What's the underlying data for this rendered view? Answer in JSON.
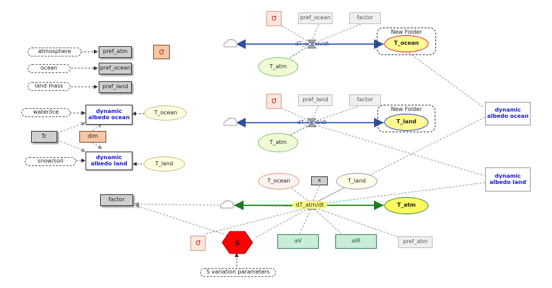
{
  "left_panel": {
    "atmosphere": "atmosphere",
    "pref_atm": "pref_atm",
    "sigma": "σ",
    "ocean": "ocean",
    "pref_ocean": "pref_ocean",
    "land_mass": "land mass",
    "pref_land": "pref_land",
    "water_ice": "water/ice",
    "dyn_albedo_ocean": "dynamic albedo ocean",
    "t_ocean": "T_ocean",
    "tc": "Tc",
    "dim": "dim",
    "snow_soil": "snow/soil",
    "dyn_albedo_land": "dynamic albedo land",
    "t_land": "T_land"
  },
  "ocean_module": {
    "sigma": "σ",
    "pref": "pref_ocean",
    "factor": "factor",
    "folder_label": "New Folder",
    "stock": "T_ocean",
    "flow_label": "dT_ocean/dt",
    "t_atm": "T_atm"
  },
  "land_module": {
    "sigma": "σ",
    "pref": "pref_land",
    "factor": "factor",
    "folder_label": "New Folder",
    "stock": "T_land",
    "flow_label": "dT_land/dt",
    "t_atm": "T_atm"
  },
  "right_panel": {
    "dyn_albedo_ocean": "dynamic albedo ocean",
    "dyn_albedo_land": "dynamic albedo land"
  },
  "atm_module": {
    "t_ocean": "T_ocean",
    "x": "x",
    "t_land": "T_land",
    "flow_label": "dT_atm/dt",
    "stock": "T_atm",
    "factor": "factor",
    "sigma": "σ",
    "s": "S",
    "av": "aV",
    "air": "aIR",
    "pref_atm": "pref_atm",
    "s_params": "S variation parameters"
  },
  "colors": {
    "flow_blue": "#4a6cb3",
    "flow_green": "#1f9e2f",
    "stock_red": "#e02020",
    "stock_blue": "#1a3acc",
    "stock_green": "#2b8a2b",
    "s_red": "#ff0000"
  }
}
